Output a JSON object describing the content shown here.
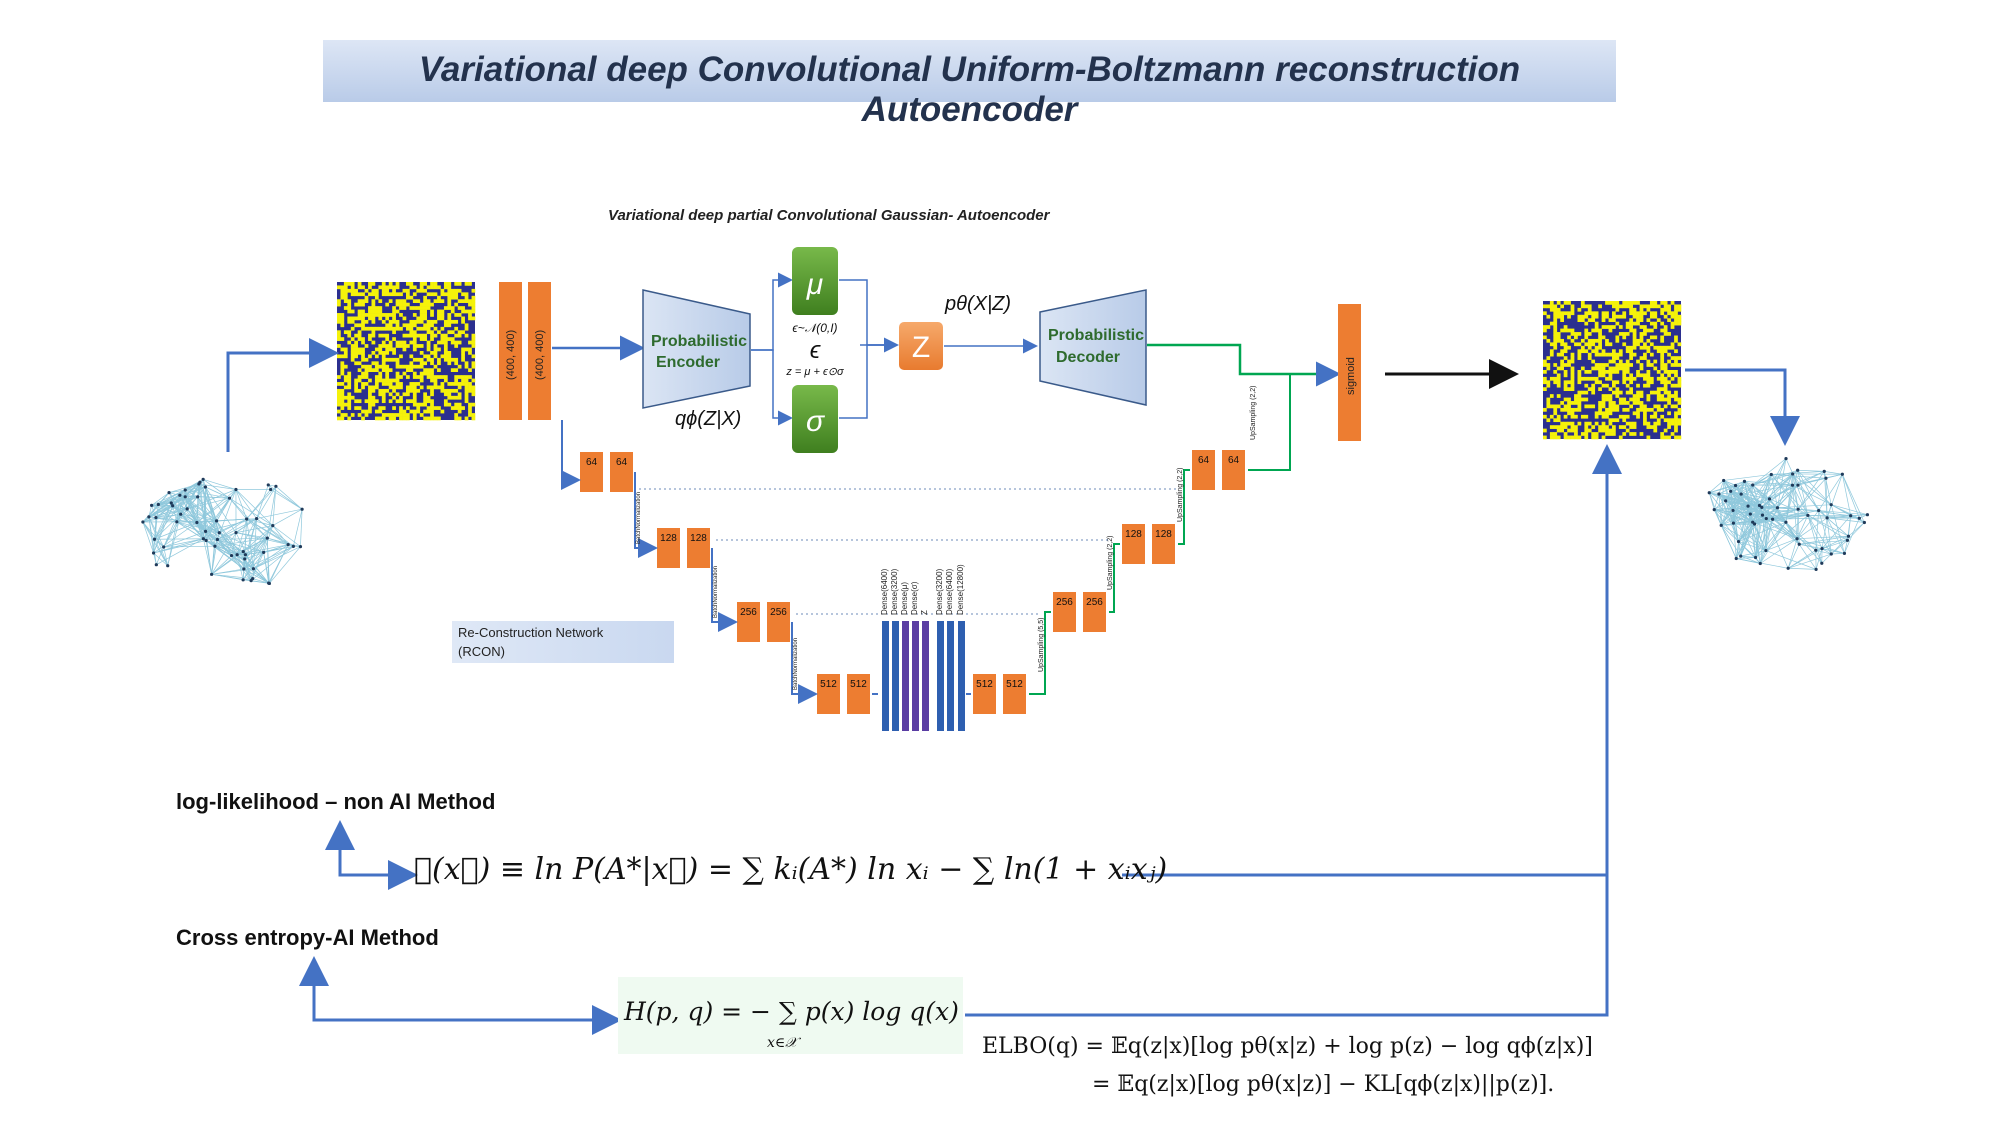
{
  "title": "Variational deep Convolutional Uniform-Boltzmann reconstruction  Autoencoder",
  "subtitle": "Variational deep partial Convolutional Gaussian- Autoencoder",
  "input_block": {
    "label1": "(400, 400)",
    "label2": "(400, 400)"
  },
  "encoder": {
    "label_line1": "Probabilistic",
    "label_line2": "Encoder",
    "q_label": "qϕ(Z|X)"
  },
  "latent": {
    "mu": "μ",
    "sigma": "σ",
    "eps_dist": "ϵ~𝒩(0,I)",
    "eps": "ϵ",
    "reparam": "z = μ + ϵ⊙σ",
    "z": "Z",
    "p_label": "pθ(X|Z)"
  },
  "decoder": {
    "label_line1": "Probabilistic",
    "label_line2": "Decoder"
  },
  "output_layer": "sigmoid",
  "encoder_blocks": [
    "64",
    "64",
    "128",
    "128",
    "256",
    "256",
    "512",
    "512"
  ],
  "decoder_blocks": [
    "512",
    "512",
    "256",
    "256",
    "128",
    "128",
    "64",
    "64"
  ],
  "batchnorm_label": "BatchNormalization",
  "upsampling_labels": [
    "UpSampling (5,5)",
    "UpSampling (2,2)",
    "UpSampling (2,2)",
    "UpSampling (2,2)"
  ],
  "dense_labels": [
    "Dense(6400)",
    "Dense(3200)",
    "Dense(μ)",
    "Dense(σ)",
    "Z",
    "Dense(3200)",
    "Dense(6400)",
    "Dense(12800)"
  ],
  "rcon": {
    "line1": "Re-Construction  Network",
    "line2": "(RCON)"
  },
  "loglik_label": "log-likelihood – non AI Method",
  "crossentropy_label": "Cross entropy-AI Method",
  "loglik_formula": "ℒ(x⃗) ≡ ln P(A*|x⃗) = ∑ kᵢ(A*) ln xᵢ − ∑ ln(1 + xᵢxⱼ)",
  "crossentropy_formula": "H(p, q) = − ∑ p(x) log q(x)",
  "crossentropy_sub": "x∈𝒳",
  "elbo_line1": "ELBO(q) = 𝔼q(z|x)[log pθ(x|z) + log p(z) − log qϕ(z|x)]",
  "elbo_line2": "= 𝔼q(z|x)[log pθ(x|z)] − KL[qϕ(z|x)||p(z)].",
  "colors": {
    "orange": "#ed7d31",
    "blue_arrow": "#4472c4",
    "green_arrow": "#00a651",
    "navy": "#2b2f8f",
    "yellow": "#f5f20a",
    "green_box": "#5aa02c"
  }
}
